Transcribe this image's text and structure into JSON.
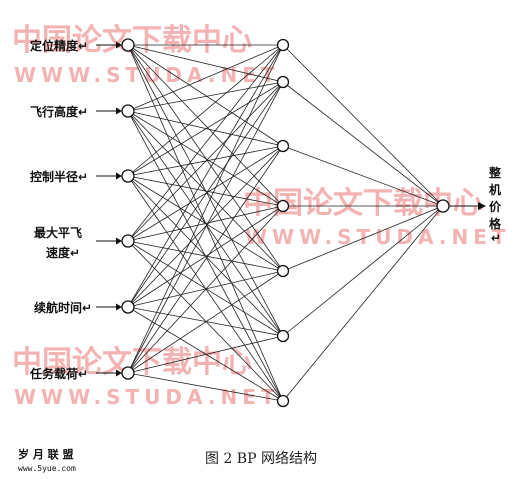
{
  "diagram": {
    "inputs": [
      "定位精度↵",
      "飞行高度↵",
      "控制半径↵",
      "最大平飞",
      "速度↵",
      "续航时间↵",
      "任务载荷↵"
    ],
    "output_label": [
      "整",
      "机",
      "价",
      "格",
      "↵"
    ],
    "caption": "图 2  BP 网络结构",
    "hidden_node_count": 7
  },
  "watermark": {
    "cn": "中国论文下载中心",
    "en": "WWW.STUDA.NET"
  },
  "logo": {
    "title": "岁 月 联 盟",
    "site": "www.5yue.com"
  }
}
